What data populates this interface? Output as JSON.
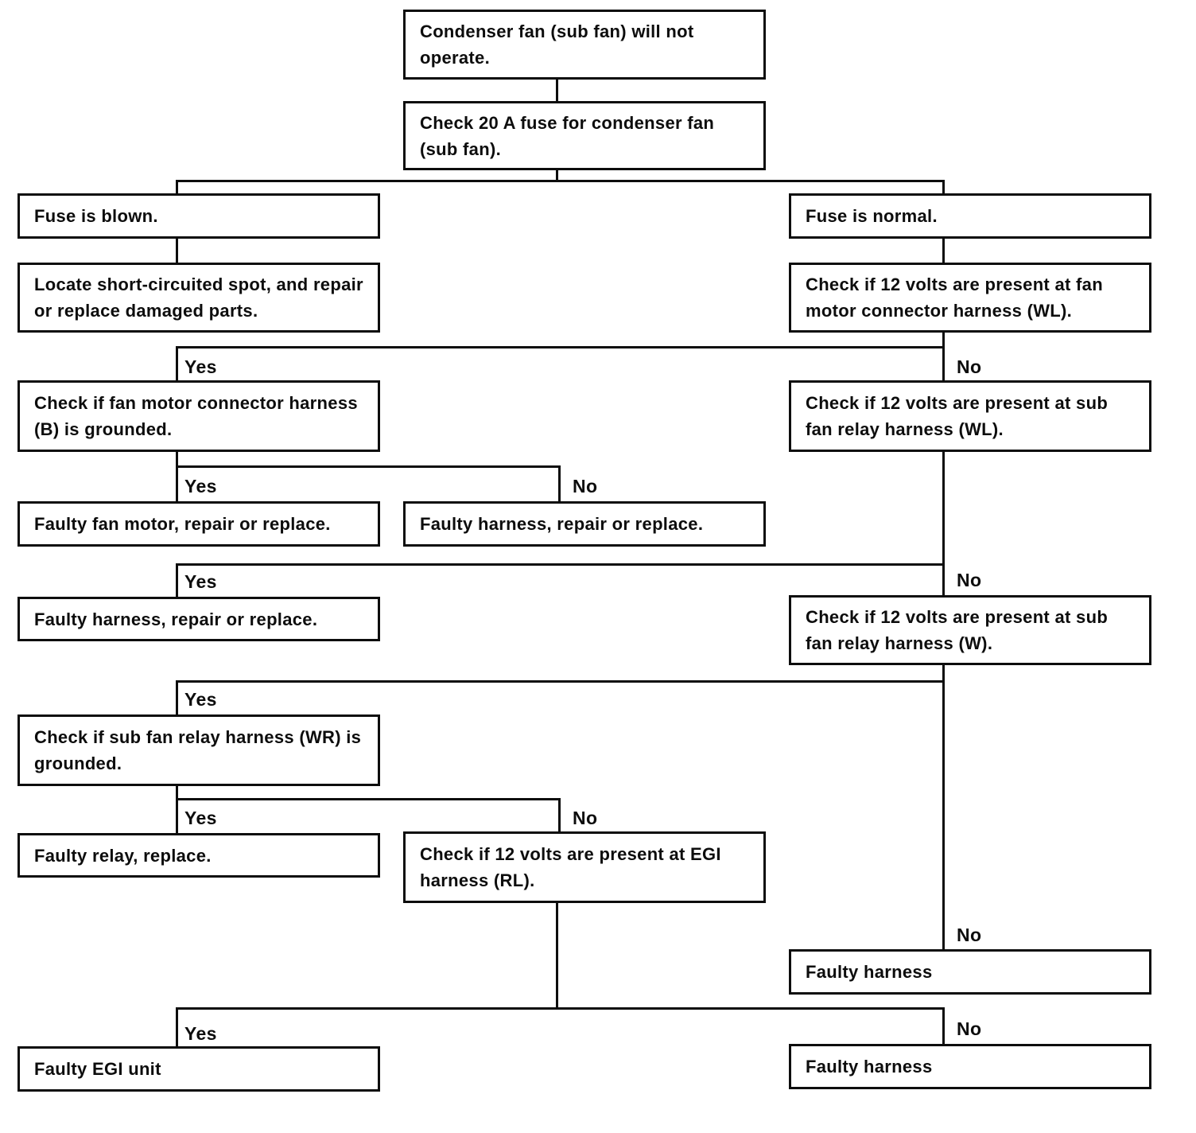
{
  "flowchart": {
    "nodes": {
      "start": {
        "text": "Condenser fan (sub fan) will not operate."
      },
      "check_fuse": {
        "text": "Check 20 A fuse for condenser fan (sub fan)."
      },
      "fuse_blown": {
        "text": "Fuse is blown."
      },
      "locate_short": {
        "text": "Locate short-circuited spot, and repair or replace damaged parts."
      },
      "fuse_normal": {
        "text": "Fuse is normal."
      },
      "check_12v_fan_motor": {
        "text": "Check if 12 volts are present at fan motor connector harness (WL)."
      },
      "check_fan_motor_ground": {
        "text": "Check if fan motor connector harness (B) is grounded."
      },
      "check_12v_subfan_wl": {
        "text": "Check if 12 volts are present at sub fan relay harness (WL)."
      },
      "faulty_fan_motor": {
        "text": "Faulty fan motor, repair or replace."
      },
      "faulty_harness_rep_1": {
        "text": "Faulty harness, repair or replace."
      },
      "faulty_harness_rep_2": {
        "text": "Faulty harness, repair or replace."
      },
      "check_12v_subfan_w": {
        "text": "Check if 12 volts are present at sub fan relay harness (W)."
      },
      "check_wr_ground": {
        "text": "Check if sub fan relay harness (WR) is grounded."
      },
      "faulty_relay": {
        "text": "Faulty relay, replace."
      },
      "check_12v_egi": {
        "text": "Check if 12 volts are present at EGI harness (RL)."
      },
      "faulty_harness_1": {
        "text": "Faulty harness"
      },
      "faulty_egi": {
        "text": "Faulty EGI unit"
      },
      "faulty_harness_2": {
        "text": "Faulty harness"
      }
    },
    "branch_labels": {
      "yes": "Yes",
      "no": "No"
    },
    "colors": {
      "line": "#0d0d0d",
      "text": "#0d0d0d",
      "background": "#ffffff"
    }
  }
}
